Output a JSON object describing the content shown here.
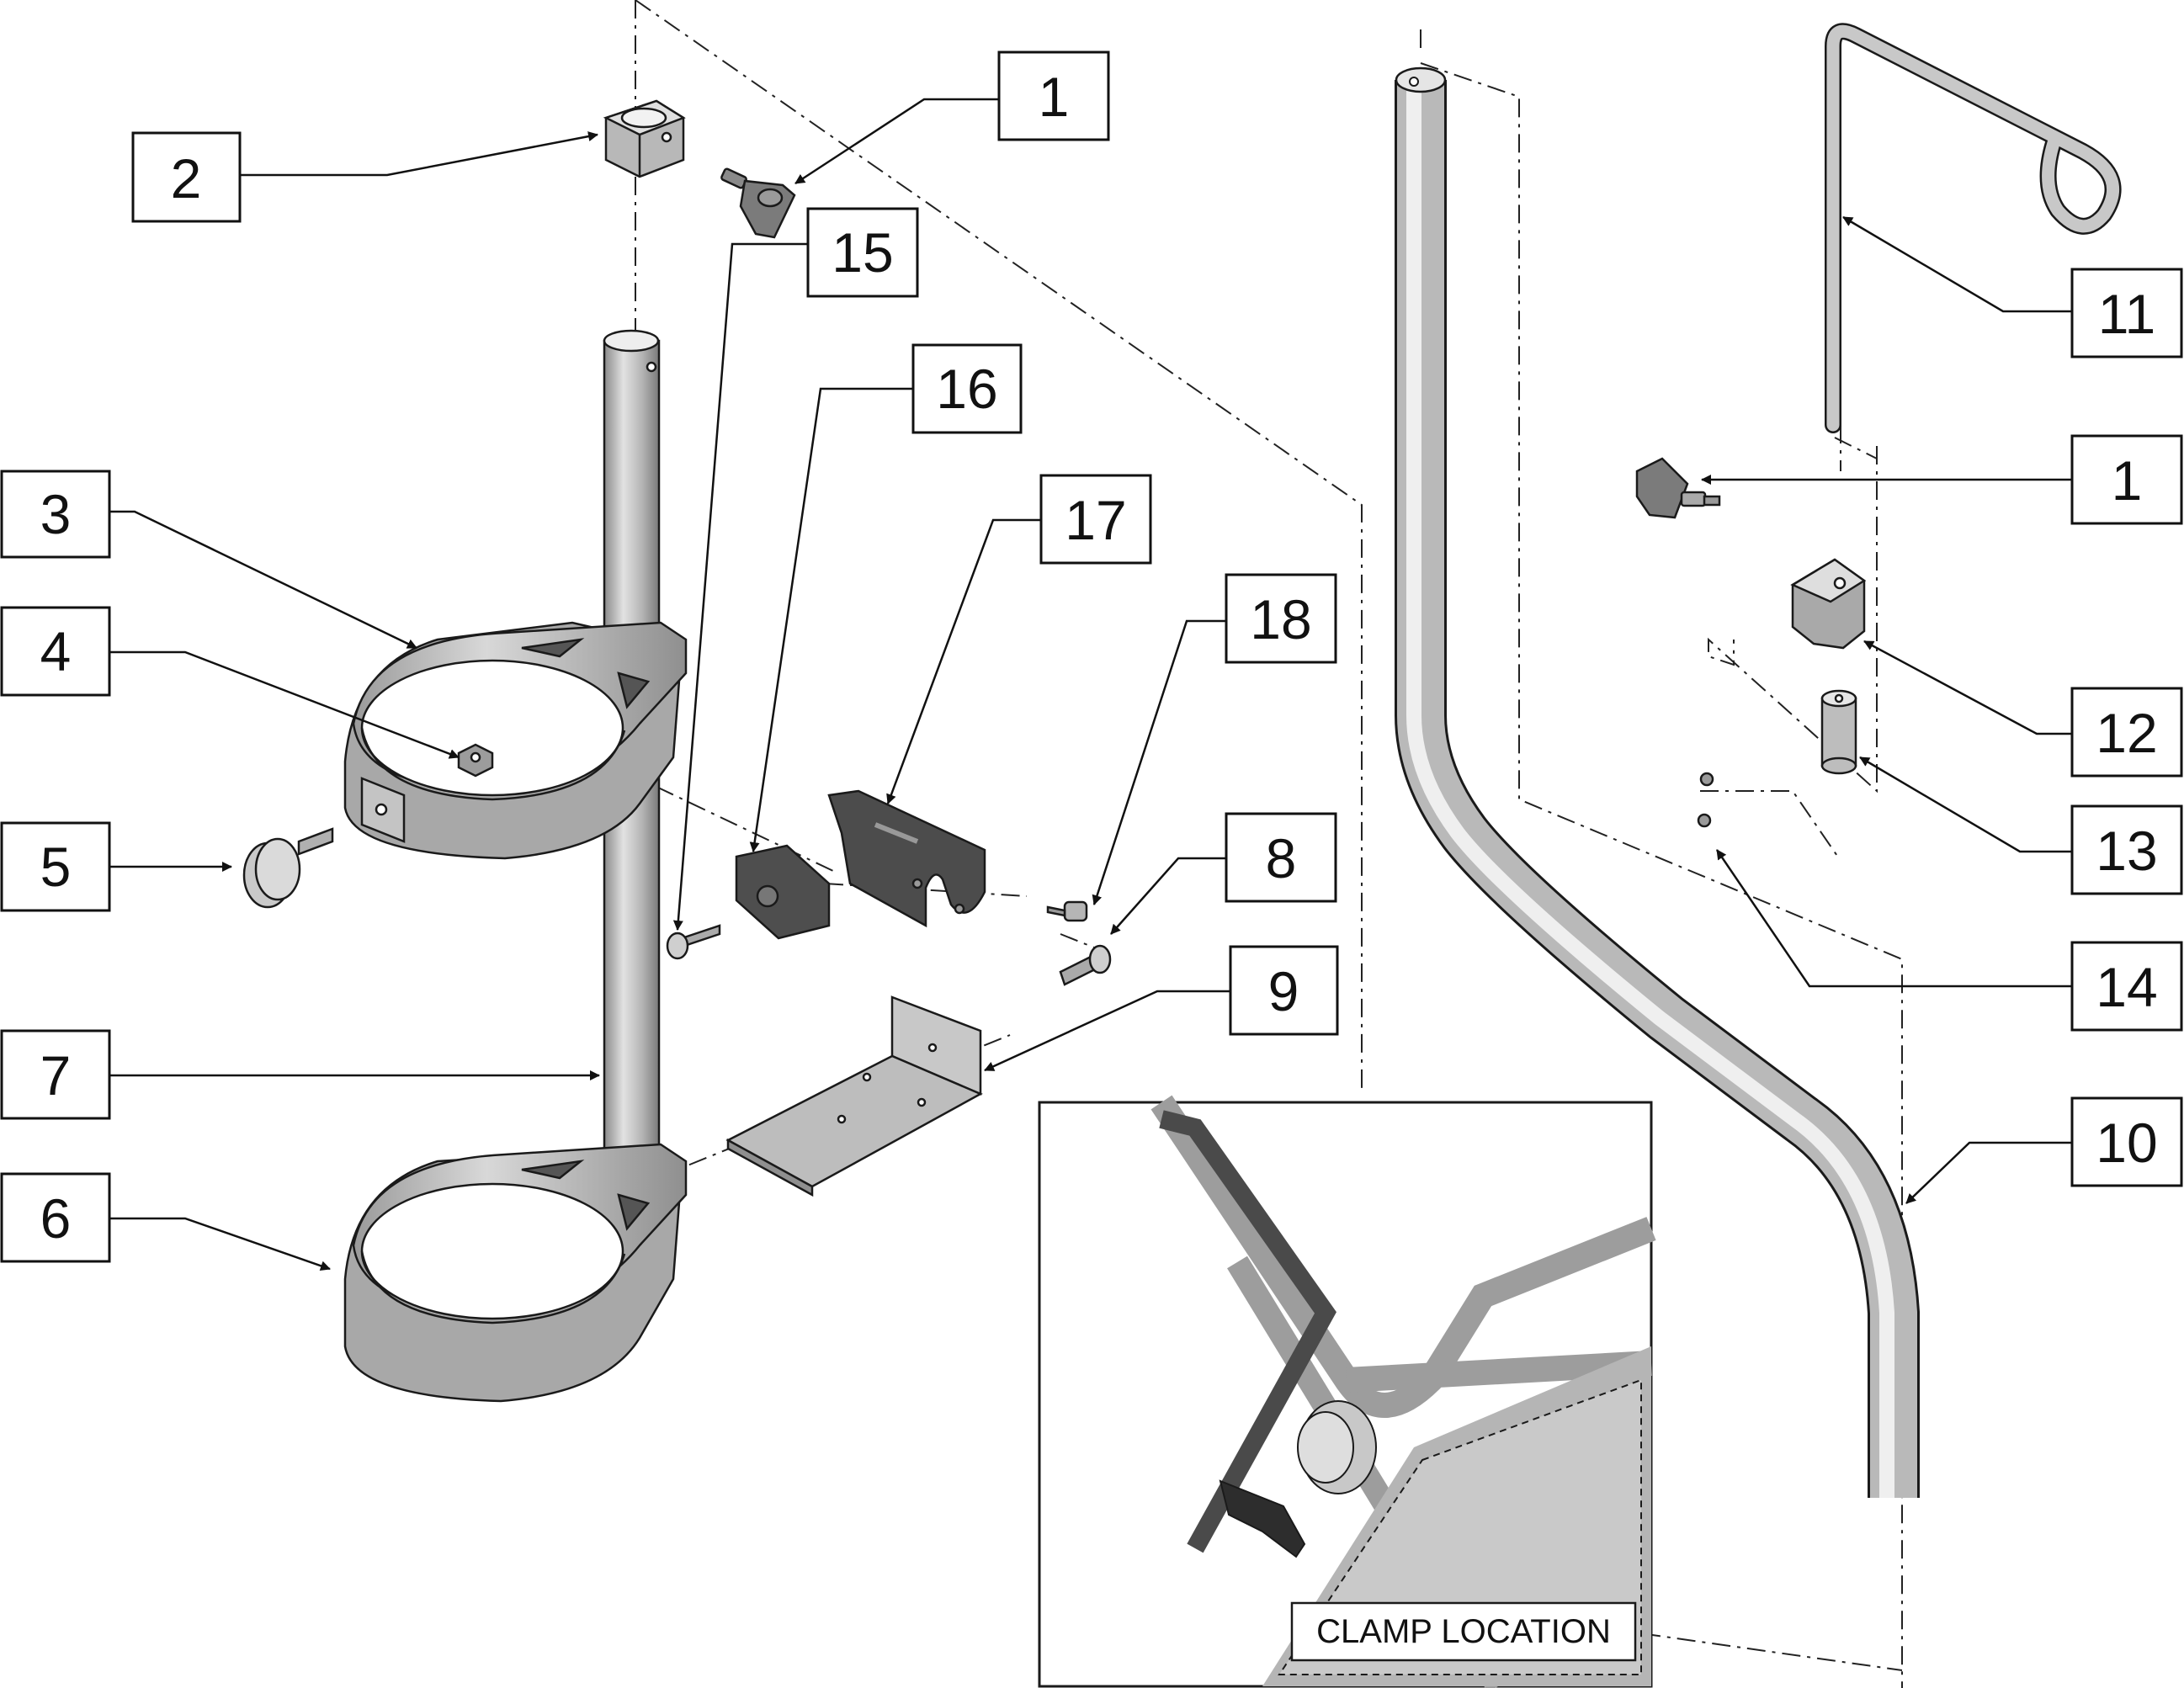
{
  "callouts": [
    {
      "id": "c1a",
      "number": "1",
      "part": "knob"
    },
    {
      "id": "c2",
      "number": "2",
      "part": "top-collar"
    },
    {
      "id": "c15",
      "number": "15",
      "part": "screw"
    },
    {
      "id": "c16",
      "number": "16",
      "part": "clamp-half"
    },
    {
      "id": "c17",
      "number": "17",
      "part": "clamp-body"
    },
    {
      "id": "c18",
      "number": "18",
      "part": "screw"
    },
    {
      "id": "c3",
      "number": "3",
      "part": "upper-ring"
    },
    {
      "id": "c4",
      "number": "4",
      "part": "square-nut"
    },
    {
      "id": "c5",
      "number": "5",
      "part": "thumb-screw"
    },
    {
      "id": "c8",
      "number": "8",
      "part": "screw"
    },
    {
      "id": "c9",
      "number": "9",
      "part": "angle-bracket"
    },
    {
      "id": "c7",
      "number": "7",
      "part": "post"
    },
    {
      "id": "c6",
      "number": "6",
      "part": "lower-ring"
    },
    {
      "id": "c11",
      "number": "11",
      "part": "hook-rod"
    },
    {
      "id": "c1b",
      "number": "1",
      "part": "knob"
    },
    {
      "id": "c12",
      "number": "12",
      "part": "block"
    },
    {
      "id": "c13",
      "number": "13",
      "part": "cylinder"
    },
    {
      "id": "c14",
      "number": "14",
      "part": "set-screws"
    },
    {
      "id": "c10",
      "number": "10",
      "part": "bent-tube"
    }
  ],
  "inset": {
    "caption": "CLAMP LOCATION"
  },
  "colors": {
    "line": "#1a1a1a",
    "metal_light": "#d6d6d6",
    "metal_mid": "#a9a9a9",
    "metal_dark": "#6e6e6e",
    "plastic": "#4a4a4a"
  }
}
